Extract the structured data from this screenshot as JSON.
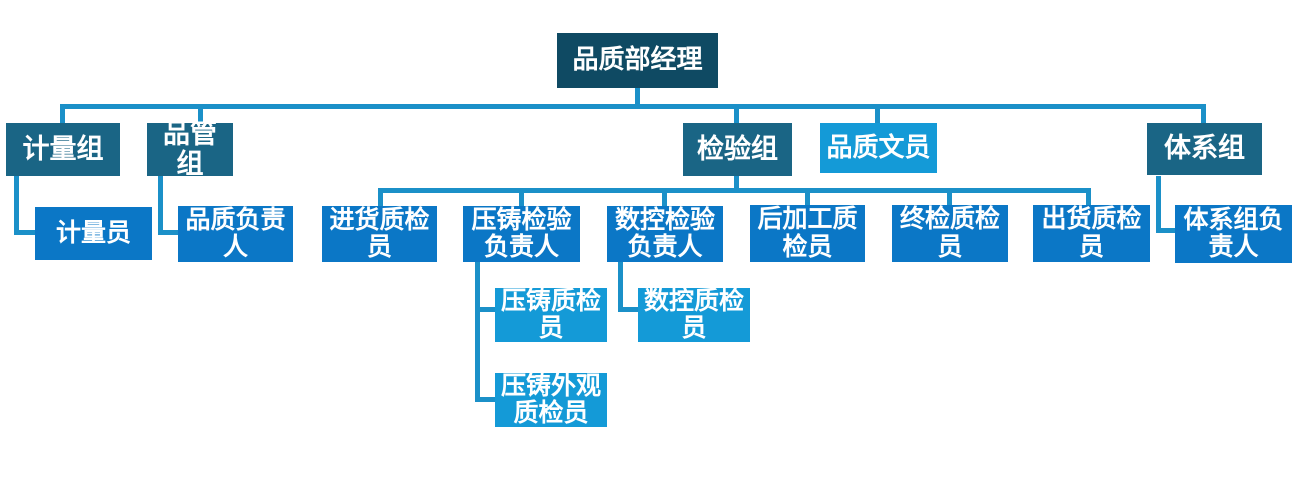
{
  "colors": {
    "level1_box": "#0F4A63",
    "level2_box": "#1A6585",
    "level3_box": "#0B77C6",
    "level4_box": "#149AD7",
    "connector": "#1B90C8",
    "text": "#FFFFFF",
    "background": "#FFFFFF"
  },
  "nodes": {
    "manager": {
      "label": "品质部经理"
    },
    "metrology_group": {
      "label": "计量组"
    },
    "metrology_staff": {
      "label": "计量员"
    },
    "qc_group": {
      "label": "品管组"
    },
    "quality_leader": {
      "label": "品质负责人"
    },
    "inspection_group": {
      "label": "检验组"
    },
    "quality_clerk": {
      "label": "品质文员"
    },
    "system_group": {
      "label": "体系组"
    },
    "system_leader": {
      "label": "体系组负责人"
    },
    "incoming_inspector": {
      "label": "进货质检员"
    },
    "diecast_lead": {
      "label": "压铸检验负责人"
    },
    "cnc_lead": {
      "label": "数控检验负责人"
    },
    "postprocess_inspector": {
      "label": "后加工质检员"
    },
    "final_inspector": {
      "label": "终检质检员"
    },
    "shipping_inspector": {
      "label": "出货质检员"
    },
    "diecast_inspector": {
      "label": "压铸质检员"
    },
    "diecast_appearance_inspector": {
      "label": "压铸外观质检员"
    },
    "cnc_inspector": {
      "label": "数控质检员"
    }
  },
  "hierarchy": {
    "品质部经理": {
      "计量组": [
        "计量员"
      ],
      "品管组": [
        "品质负责人"
      ],
      "检验组": {
        "进货质检员": [],
        "压铸检验负责人": [
          "压铸质检员",
          "压铸外观质检员"
        ],
        "数控检验负责人": [
          "数控质检员"
        ],
        "后加工质检员": [],
        "终检质检员": [],
        "出货质检员": []
      },
      "品质文员": [],
      "体系组": [
        "体系组负责人"
      ]
    }
  }
}
